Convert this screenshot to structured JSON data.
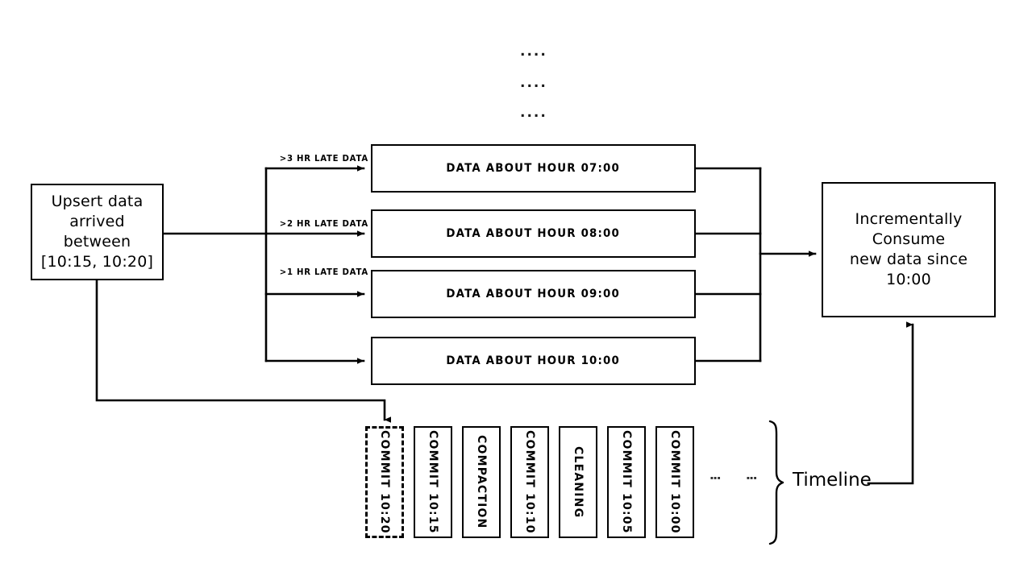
{
  "diagram": {
    "title": "Hudi incremental upsert and timeline diagram",
    "ellipsis_top": [
      "....",
      "....",
      "...."
    ],
    "source": {
      "line1": "Upsert data",
      "line2": "arrived between",
      "line3": "[10:15, 10:20]"
    },
    "branch_labels": [
      {
        "id": "late-3hr",
        "text": ">3 hr late data"
      },
      {
        "id": "late-2hr",
        "text": ">2 hr late data"
      },
      {
        "id": "late-1hr",
        "text": ">1 hr late data"
      }
    ],
    "hour_partitions": [
      {
        "id": "hour-07",
        "label": "Data about hour 07:00"
      },
      {
        "id": "hour-08",
        "label": "Data about hour 08:00"
      },
      {
        "id": "hour-09",
        "label": "Data about hour 09:00"
      },
      {
        "id": "hour-10",
        "label": "Data about hour 10:00"
      }
    ],
    "consumer": {
      "line1": "Incrementally Consume",
      "line2": "new data since 10:00"
    },
    "timeline": {
      "label": "Timeline",
      "ellipsis_columns": [
        "⋮",
        "⋮"
      ],
      "commits": [
        {
          "id": "commit-10-20",
          "label": "commit 10:20",
          "style": "dashed"
        },
        {
          "id": "commit-10-15",
          "label": "commit 10:15",
          "style": "solid"
        },
        {
          "id": "compaction",
          "label": "compaction",
          "style": "solid"
        },
        {
          "id": "commit-10-10",
          "label": "commit 10:10",
          "style": "solid"
        },
        {
          "id": "cleaning",
          "label": "cleaning",
          "style": "solid"
        },
        {
          "id": "commit-10-05",
          "label": "commit 10:05",
          "style": "solid"
        },
        {
          "id": "commit-10-00",
          "label": "commit 10:00",
          "style": "solid"
        }
      ],
      "trailing_ellipsis": "...."
    },
    "colors": {
      "stroke": "#000000",
      "background": "#ffffff",
      "text": "#000000"
    }
  }
}
